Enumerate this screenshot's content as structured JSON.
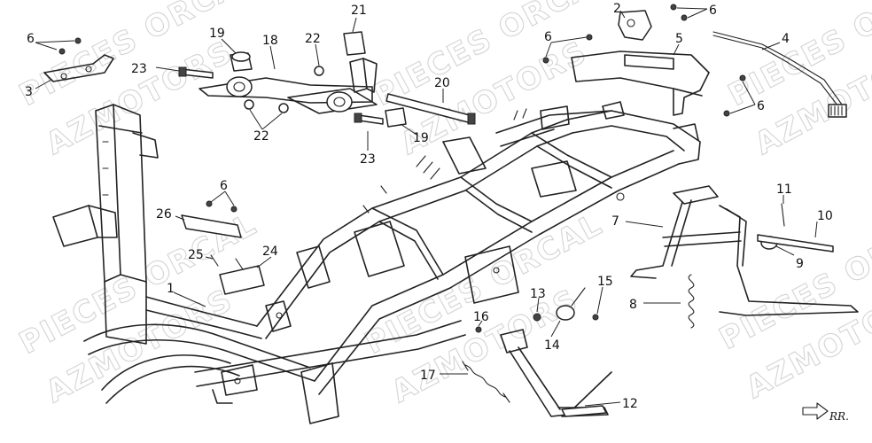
{
  "watermark": {
    "line1": "PIECES ORCAL",
    "line2": "AZMOTORS",
    "color": "#d4d4d4"
  },
  "callouts": [
    {
      "id": "c6a",
      "label": "6"
    },
    {
      "id": "c3",
      "label": "3"
    },
    {
      "id": "c19a",
      "label": "19"
    },
    {
      "id": "c18",
      "label": "18"
    },
    {
      "id": "c23a",
      "label": "23"
    },
    {
      "id": "c21",
      "label": "21"
    },
    {
      "id": "c22a",
      "label": "22"
    },
    {
      "id": "c22b",
      "label": "22"
    },
    {
      "id": "c20",
      "label": "20"
    },
    {
      "id": "c19b",
      "label": "19"
    },
    {
      "id": "c23b",
      "label": "23"
    },
    {
      "id": "c2",
      "label": "2"
    },
    {
      "id": "c6b",
      "label": "6"
    },
    {
      "id": "c6c",
      "label": "6"
    },
    {
      "id": "c5",
      "label": "5"
    },
    {
      "id": "c4",
      "label": "4"
    },
    {
      "id": "c6d",
      "label": "6"
    },
    {
      "id": "c6e",
      "label": "6"
    },
    {
      "id": "c26",
      "label": "26"
    },
    {
      "id": "c25",
      "label": "25"
    },
    {
      "id": "c24",
      "label": "24"
    },
    {
      "id": "c1",
      "label": "1"
    },
    {
      "id": "c7",
      "label": "7"
    },
    {
      "id": "c11",
      "label": "11"
    },
    {
      "id": "c10",
      "label": "10"
    },
    {
      "id": "c9",
      "label": "9"
    },
    {
      "id": "c8",
      "label": "8"
    },
    {
      "id": "c13",
      "label": "13"
    },
    {
      "id": "c15",
      "label": "15"
    },
    {
      "id": "c16",
      "label": "16"
    },
    {
      "id": "c14",
      "label": "14"
    },
    {
      "id": "c17",
      "label": "17"
    },
    {
      "id": "c12",
      "label": "12"
    }
  ],
  "direction_marker": {
    "label": "RR.",
    "icon": "arrow-right-icon"
  }
}
